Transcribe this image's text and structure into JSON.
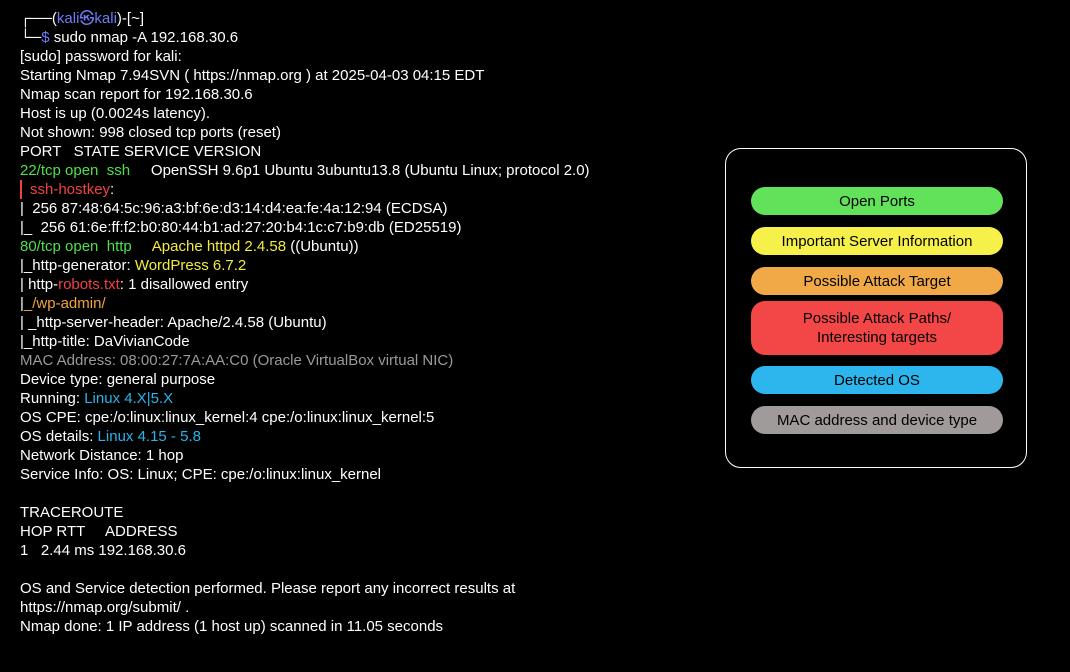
{
  "prompt": {
    "box_top": "┌──(",
    "user_host": "kali㉿kali",
    "box_mid": ")-[",
    "cwd": "~",
    "box_end": "]",
    "box_bottom": "└─",
    "dollar": "$",
    "command": " sudo nmap -A 192.168.30.6"
  },
  "output": {
    "sudo": "[sudo] password for kali:",
    "starting": "Starting Nmap 7.94SVN ( https://nmap.org ) at 2025-04-03 04:15 EDT",
    "report": "Nmap scan report for 192.168.30.6",
    "hostup": "Host is up (0.0024s latency).",
    "notshown": "Not shown: 998 closed tcp ports (reset)",
    "header": "PORT   STATE SERVICE VERSION",
    "p22": "22/tcp open  ssh",
    "p22_version": "     OpenSSH 9.6p1 Ubuntu 3ubuntu13.8 (Ubuntu Linux; protocol 2.0)",
    "ssh_hostkey": "ssh-hostkey",
    "ssh_colon": ":",
    "key1": "  256 87:48:64:5c:96:a3:bf:6e:d3:14:d4:ea:fe:4a:12:94 (ECDSA)",
    "key2_prefix": "_",
    "key2": "  256 61:6e:ff:f2:b0:80:44:b1:ad:27:20:b4:1c:c7:b9:db (ED25519)",
    "p80": "80/tcp open  http",
    "p80_version": "Apache httpd 2.4.58",
    "p80_rest": " ((Ubuntu))",
    "gen_label": "|_http-generator: ",
    "gen_value": "WordPress 6.7.2",
    "robots_prefix": " http-",
    "robots": "robots.txt",
    "robots_rest": ": 1 disallowed entry",
    "wpadmin_prefix": "_",
    "wpadmin": "/wp-admin/",
    "server_header": " _http-server-header: Apache/2.4.58 (Ubuntu)",
    "title": "|_http-title: DaVivianCode",
    "mac": "MAC Address: 08:00:27:7A:AA:C0 (Oracle VirtualBox virtual NIC)",
    "devtype": "Device type: general purpose",
    "running_label": "Running: ",
    "running_value": "Linux 4.X|5.X",
    "oscpe": "OS CPE: cpe:/o:linux:linux_kernel:4 cpe:/o:linux:linux_kernel:5",
    "osdetails_label": "OS details: ",
    "osdetails_value": "Linux 4.15 - 5.8",
    "distance": "Network Distance: 1 hop",
    "serviceinfo": "Service Info: OS: Linux; CPE: cpe:/o:linux:linux_kernel",
    "traceroute": "TRACEROUTE",
    "trace_header": "HOP RTT     ADDRESS",
    "trace_row": "1   2.44 ms 192.168.30.6",
    "detection": "OS and Service detection performed. Please report any incorrect results at https://nmap.org/submit/ .",
    "done": "Nmap done: 1 IP address (1 host up) scanned in 11.05 seconds"
  },
  "legend": {
    "open_ports": "Open Ports",
    "server_info": "Important Server Information",
    "attack_target": "Possible Attack Target",
    "attack_paths_line1": "Possible Attack Paths/",
    "attack_paths_line2": "Interesting targets",
    "detected_os": "Detected OS",
    "mac_device": "MAC address and device type"
  },
  "colors": {
    "open_ports": "#61e25a",
    "server_info": "#f6f04a",
    "attack_target": "#f1a846",
    "attack_paths": "#f34646",
    "detected_os": "#2db6ee",
    "mac_device": "#a09b9a",
    "prompt_accent": "#6f7cf5"
  }
}
